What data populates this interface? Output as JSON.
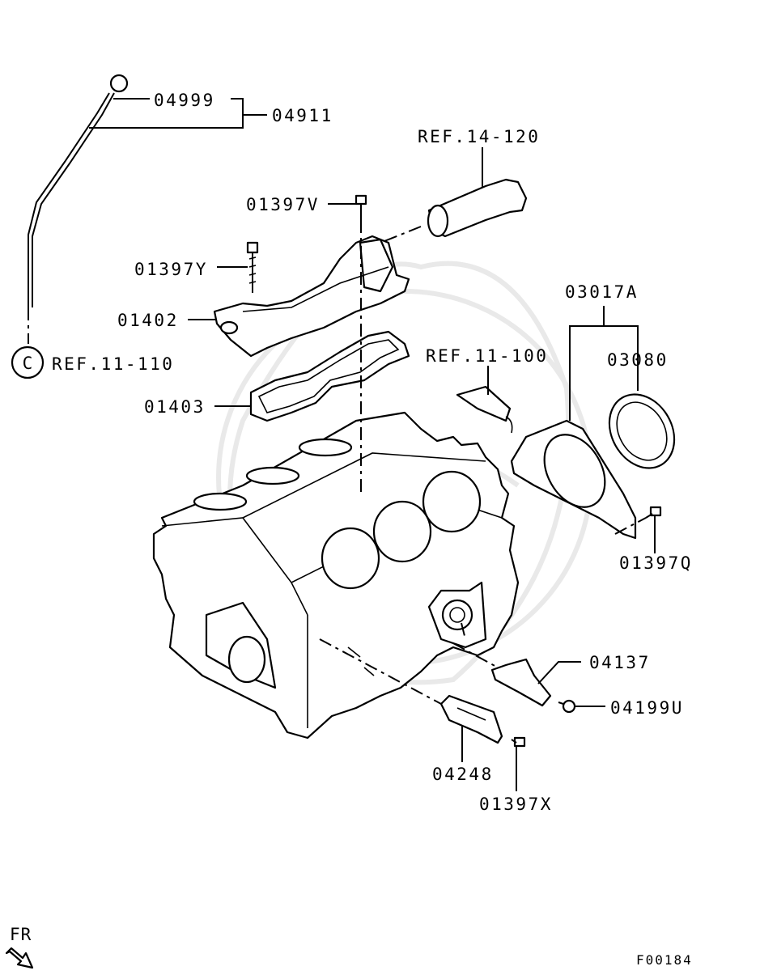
{
  "diagram": {
    "part_labels": {
      "p04999": "04999",
      "p04911": "04911",
      "ref14120": "REF.14-120",
      "p01397v": "01397V",
      "p01397y": "01397Y",
      "p01402": "01402",
      "ref11110": "REF.11-110",
      "p01403": "01403",
      "ref11100": "REF.11-100",
      "p03017a": "03017A",
      "p03080": "03080",
      "p01397q": "01397Q",
      "p04137": "04137",
      "p04199u": "04199U",
      "p04248": "04248",
      "p01397x": "01397X"
    },
    "circle_ref": "C",
    "direction_label": "FR",
    "figure_code": "F00184"
  }
}
